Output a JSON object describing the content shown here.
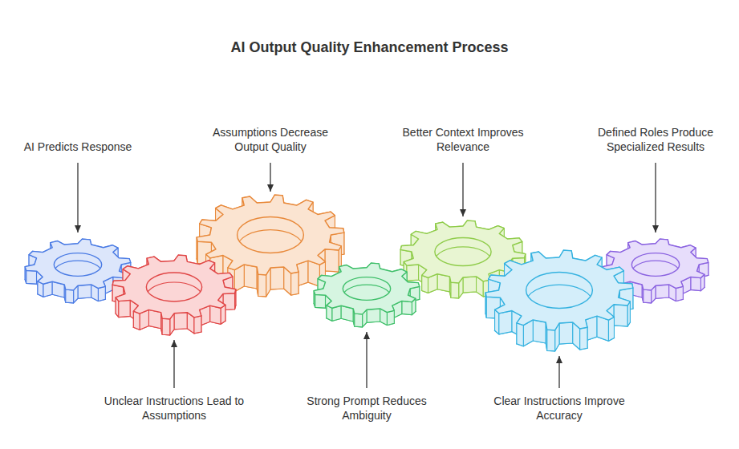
{
  "diagram": {
    "title": "AI Output Quality Enhancement Process",
    "nodes": [
      {
        "text": [
          "AI Predicts Response"
        ]
      },
      {
        "text": [
          "Unclear Instructions Lead to Assumptions"
        ]
      },
      {
        "text": [
          "Assumptions Decrease Output Quality"
        ]
      },
      {
        "text": [
          "Strong Prompt Reduces Ambiguity"
        ]
      },
      {
        "text": [
          "Better Context Improves Relevance"
        ]
      },
      {
        "text": [
          "Clear Instructions Improve Accuracy"
        ]
      },
      {
        "text": [
          "Defined Roles Produce Specialized Results"
        ]
      }
    ]
  }
}
